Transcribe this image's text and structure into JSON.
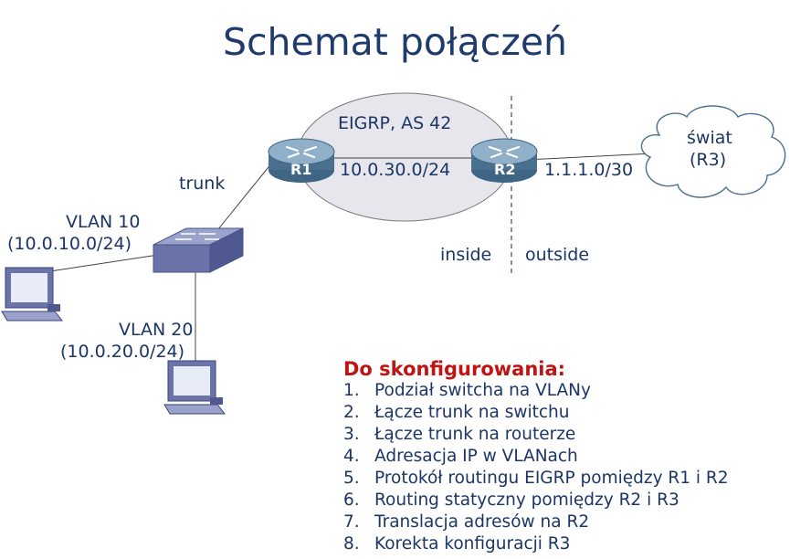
{
  "title": "Schemat połączeń",
  "labels": {
    "eigrp": "EIGRP, AS 42",
    "r1": "R1",
    "r2": "R2",
    "link_r1_r2": "10.0.30.0/24",
    "link_r2_world": "1.1.1.0/30",
    "world_line1": "świat",
    "world_line2": "(R3)",
    "trunk": "trunk",
    "vlan10_name": "VLAN 10",
    "vlan10_net": "(10.0.10.0/24)",
    "vlan20_name": "VLAN 20",
    "vlan20_net": "(10.0.20.0/24)",
    "inside": "inside",
    "outside": "outside"
  },
  "todo": {
    "heading": "Do skonfigurowania:",
    "items": [
      {
        "num": "1.",
        "text": "Podział switcha na VLANy"
      },
      {
        "num": "2.",
        "text": "Łącze trunk na switchu"
      },
      {
        "num": "3.",
        "text": "Łącze trunk na routerze"
      },
      {
        "num": "4.",
        "text": "Adresacja IP w VLANach"
      },
      {
        "num": "5.",
        "text": "Protokół routingu EIGRP pomiędzy R1 i R2"
      },
      {
        "num": "6.",
        "text": "Routing statyczny pomiędzy R2 i R3"
      },
      {
        "num": "7.",
        "text": "Translacja adresów na R2"
      },
      {
        "num": "8.",
        "text": "Korekta konfiguracji R3"
      }
    ]
  },
  "icons": {
    "router": "router-icon",
    "switch": "switch-icon",
    "pc": "pc-icon",
    "cloud": "cloud-icon"
  },
  "colors": {
    "title": "#1f3b6e",
    "text": "#1a3566",
    "heading": "#c01414",
    "eigrp_area": "#e6e6ec",
    "device": "#4a6f8f",
    "switch": "#6a74a8"
  }
}
